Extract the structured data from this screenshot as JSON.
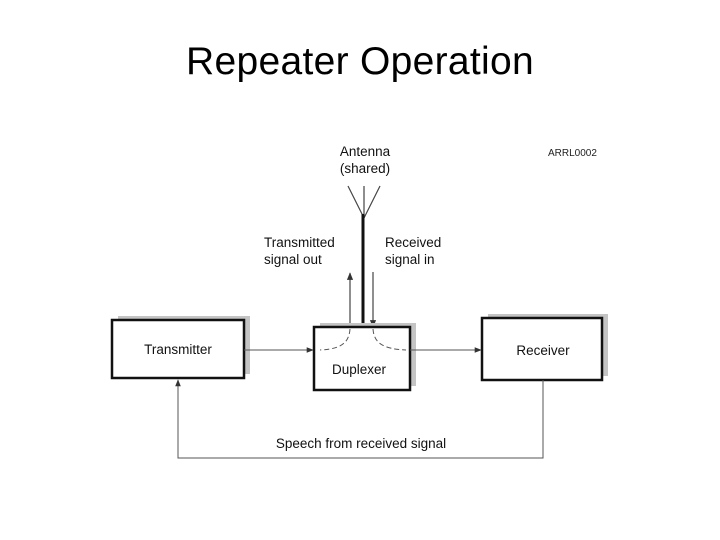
{
  "title": "Repeater Operation",
  "diagram": {
    "code": "ARRL0002",
    "antenna": {
      "line1": "Antenna",
      "line2": "(shared)"
    },
    "transmitted": {
      "line1": "Transmitted",
      "line2": "signal out"
    },
    "received": {
      "line1": "Received",
      "line2": "signal in"
    },
    "boxes": {
      "transmitter": "Transmitter",
      "duplexer": "Duplexer",
      "receiver": "Receiver"
    },
    "feedback": "Speech from received signal"
  },
  "colors": {
    "stroke": "#111111",
    "shadow": "#c4c4c4",
    "line": "#555555"
  }
}
